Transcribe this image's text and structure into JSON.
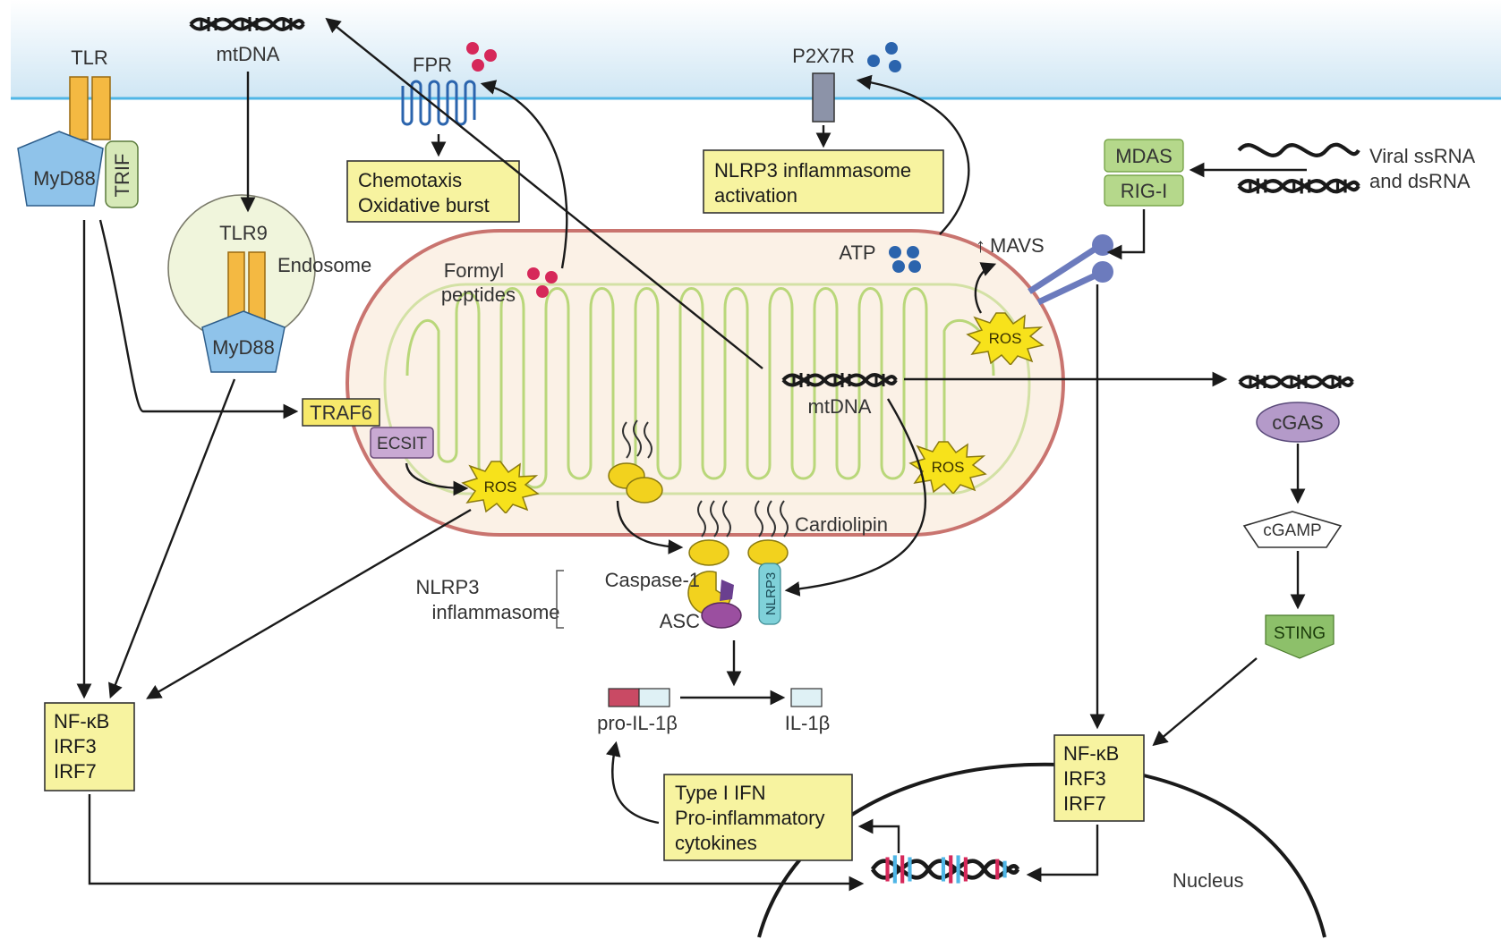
{
  "labels": {
    "tlr": "TLR",
    "mtdna_top": "mtDNA",
    "fpr": "FPR",
    "p2x7r": "P2X7R",
    "myd88_left": "MyD88",
    "trif": "TRIF",
    "tlr9": "TLR9",
    "endosome": "Endosome",
    "myd88_endo": "MyD88",
    "formyl_1": "Formyl",
    "formyl_2": "peptides",
    "atp": "ATP",
    "mavs": "MAVS",
    "traf6": "TRAF6",
    "ecsit": "ECSIT",
    "ros": "ROS",
    "mtdna_mito": "mtDNA",
    "cardiolipin": "Cardiolipin",
    "caspase1": "Caspase-1",
    "asc": "ASC",
    "nlrp3": "NLRP3",
    "nlrp3_infl_1": "NLRP3",
    "nlrp3_infl_2": "inflammasome",
    "pro_il1b": "pro-IL-1β",
    "il1b": "IL-1β",
    "viral_1": "Viral ssRNA",
    "viral_2": "and dsRNA",
    "mdas": "MDAS",
    "rigi": "RIG-I",
    "cgas": "cGAS",
    "cgamp": "cGAMP",
    "sting": "STING",
    "nucleus": "Nucleus"
  },
  "boxes": {
    "chemotaxis": [
      "Chemotaxis",
      "Oxidative burst"
    ],
    "nlrp3_activation": [
      "NLRP3 inflammasome",
      "activation"
    ],
    "nfkb_left": [
      "NF-κB",
      "IRF3",
      "IRF7"
    ],
    "nfkb_right": [
      "NF-κB",
      "IRF3",
      "IRF7"
    ],
    "type1ifn": [
      "Type I IFN",
      "Pro-inflammatory",
      "cytokines"
    ]
  },
  "colors": {
    "membrane_line": "#4fb6e6",
    "receptor_orange": "#f4b942",
    "adaptor_blue": "#8fc3ea",
    "trif_green": "#d7e9b8",
    "mito_fill": "#fbf1e6",
    "mito_outer": "#c9746f",
    "cristae": "#b9d77a",
    "ros_yellow": "#f7e21b",
    "box_yellow": "#f7f3a0",
    "pink_dot": "#d6285a",
    "blue_dot": "#2b64ad",
    "ecsit_purple": "#c9a9d3",
    "cgas_purple": "#b49ac9",
    "sting_green": "#8dc06a",
    "mavs_blue": "#6c7bbd"
  }
}
